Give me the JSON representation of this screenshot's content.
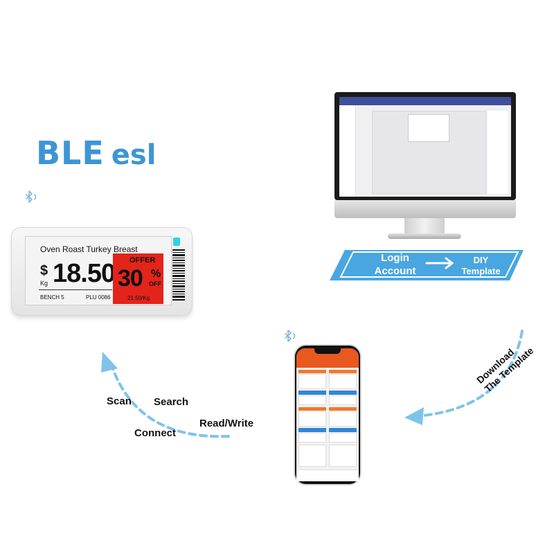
{
  "title": {
    "main": "BLE",
    "suffix": "esl"
  },
  "esl_label": {
    "product": "Oven Roast Turkey Breast",
    "currency": "$",
    "unit": "Kg",
    "price": "18.50",
    "bench": "BENCH 5",
    "plu": "PLU 0086",
    "offer": "OFFER",
    "discount": "30",
    "percent": "%",
    "off": "OFF",
    "offer_price": "21.50/Kg",
    "led_color": "#29d4e6",
    "offer_color": "#e3241b"
  },
  "banner": {
    "login_line1": "Login",
    "login_line2": "Account",
    "diy_line1": "DIY",
    "diy_line2": "Template",
    "color": "#4aa6e0"
  },
  "flow": {
    "scan": "Scan",
    "search": "Search",
    "read_write": "Read/Write",
    "connect": "Connect",
    "download_line1": "Download",
    "download_line2": "The Template",
    "arrow_color": "#7fc3ea"
  },
  "icons": [
    "bluetooth-icon",
    "arrow-right-icon",
    "arrow-head-icon"
  ]
}
